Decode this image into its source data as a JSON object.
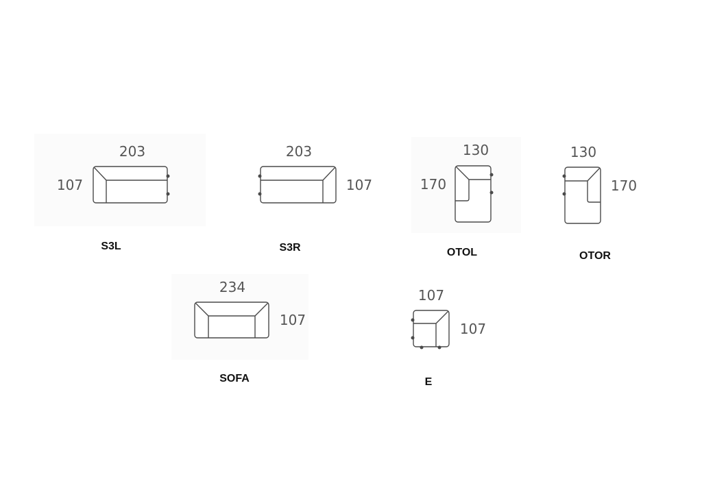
{
  "modules": [
    {
      "name": "S3L",
      "width": "203",
      "depth": "107"
    },
    {
      "name": "S3R",
      "width": "203",
      "depth": "107"
    },
    {
      "name": "OTOL",
      "width": "130",
      "depth": "170"
    },
    {
      "name": "OTOR",
      "width": "130",
      "depth": "170"
    },
    {
      "name": "SOFA",
      "width": "234",
      "depth": "107"
    },
    {
      "name": "E",
      "width": "107",
      "depth": "107"
    }
  ],
  "colors": {
    "outline": "#4a4a4a",
    "dimension_text": "#555555",
    "label_text": "#111111"
  }
}
